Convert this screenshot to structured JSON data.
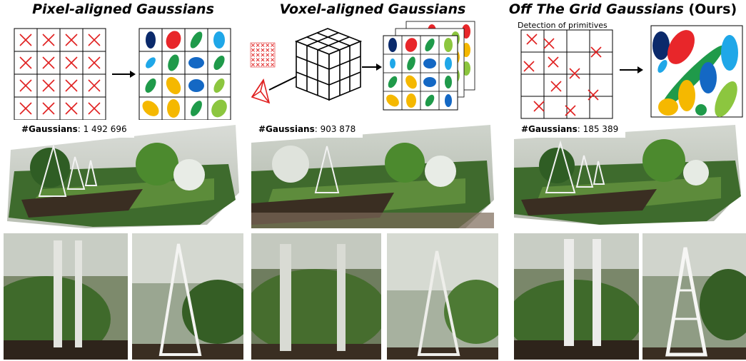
{
  "columns": [
    {
      "title": "Pixel-aligned Gaussians",
      "count_label": "#Gaussians",
      "count_value": ": 1 492 696"
    },
    {
      "title": "Voxel-aligned Gaussians",
      "count_label": "#Gaussians",
      "count_value": ": 903 878"
    },
    {
      "title": "Off The Grid Gaussians",
      "title_suffix": " (Ours)",
      "detection_label": "Detection of primitives",
      "count_label": "#Gaussians",
      "count_value": ": 185 389"
    }
  ],
  "colors": {
    "cross": "#e02020",
    "navy": "#0b2a6b",
    "red": "#e8262a",
    "green": "#1f9a4a",
    "sky": "#1fa7e8",
    "blue": "#1468c4",
    "yellow": "#f5b800",
    "lime": "#8cc63f"
  }
}
